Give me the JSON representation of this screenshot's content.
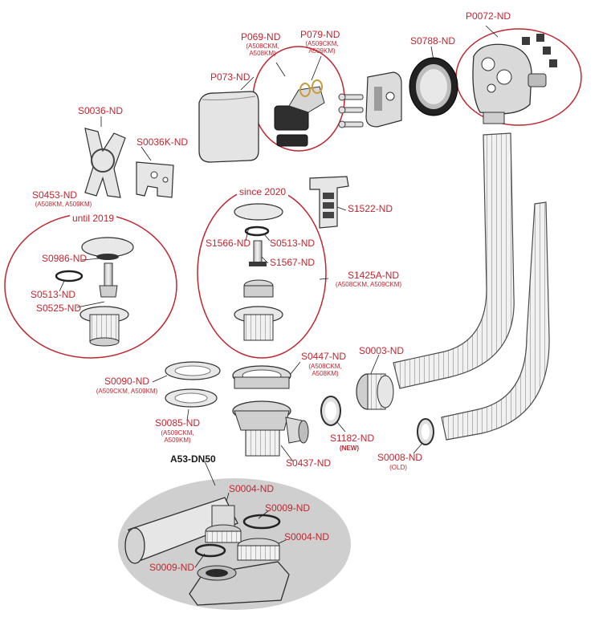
{
  "colors": {
    "accent": "#c0262f",
    "part_fill": "#e6e6e6",
    "part_stroke": "#3a3a3a",
    "shadow_oval": "#cfcfcf"
  },
  "model": "A53-DN50",
  "groups": {
    "until_2019": "until 2019",
    "since_2020": "since 2020"
  },
  "parts": {
    "p0072": "P0072-ND",
    "s0788": "S0788-ND",
    "p069": "P069-ND",
    "p069_note": "(A508CKM,\nA508KM)",
    "p079": "P079-ND",
    "p079_note": "(A509CKM,\nA509KM)",
    "p073": "P073-ND",
    "s0036": "S0036-ND",
    "s0036k": "S0036K-ND",
    "s0453": "S0453-ND",
    "s0453_note": "(A508KM, A509KM)",
    "s0986": "S0986-ND",
    "s0513_left": "S0513-ND",
    "s0525": "S0525-ND",
    "s1522": "S1522-ND",
    "s1566": "S1566-ND",
    "s0513_right": "S0513-ND",
    "s1567": "S1567-ND",
    "s1425a": "S1425A-ND",
    "s1425a_note": "(A508CKM, A509CKM)",
    "s0447": "S0447-ND",
    "s0447_note": "(A508CKM,\nA508KM)",
    "s0003": "S0003-ND",
    "s0090": "S0090-ND",
    "s0090_note": "(A509CKM, A509KM)",
    "s0085": "S0085-ND",
    "s0085_note": "(A509CKM,\nA509KM)",
    "s1182": "S1182-ND",
    "s1182_note": "(NEW)",
    "s0437": "S0437-ND",
    "s0008": "S0008-ND",
    "s0008_note": "(OLD)",
    "s0004_top": "S0004-ND",
    "s0009_top": "S0009-ND",
    "s0004_right": "S0004-ND",
    "s0009_left": "S0009-ND"
  }
}
